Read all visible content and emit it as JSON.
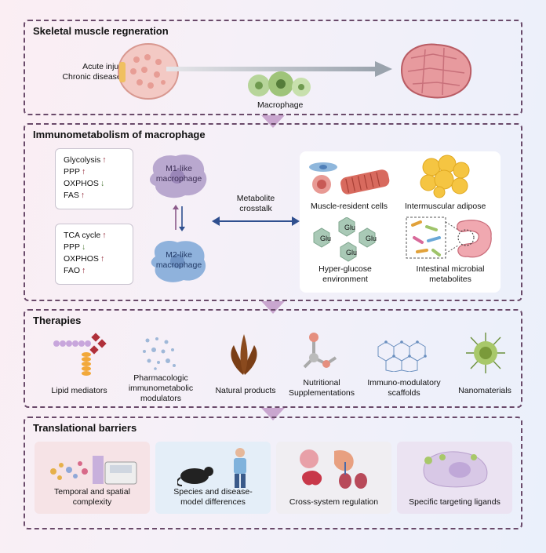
{
  "panel1": {
    "title": "Skeletal muscle regneration",
    "injury_line1": "Acute injury",
    "injury_line2": "Chronic diseases",
    "macrophage_label": "Macrophage"
  },
  "panel2": {
    "title": "Immunometabolism of macrophage",
    "m1_box": [
      "Glycolysis",
      "PPP",
      "OXPHOS",
      "FAS"
    ],
    "m1_dirs": [
      "up",
      "up",
      "down",
      "up"
    ],
    "m2_box": [
      "TCA cycle",
      "PPP",
      "OXPHOS",
      "FAO"
    ],
    "m2_dirs": [
      "up",
      "down",
      "up",
      "up"
    ],
    "m1_label": "M1-like\nmacrophage",
    "m2_label": "M2-like\nmacrophage",
    "crosstalk_label": "Metabolite\ncrosstalk",
    "muscle_cells": "Muscle-resident cells",
    "adipose": "Intermuscular adipose",
    "glucose": "Hyper-glucose\nenvironment",
    "glu": "Glu",
    "microbial": "Intestinal microbial\nmetabolites"
  },
  "panel3": {
    "title": "Therapies",
    "items": [
      "Lipid mediators",
      "Pharmacologic\nimmunometabolic\nmodulators",
      "Natural products",
      "Nutritional\nSupplementations",
      "Immuno-modulatory\nscaffolds",
      "Nanomaterials"
    ]
  },
  "panel4": {
    "title": "Translational barriers",
    "items": [
      "Temporal and spatial\ncomplexity",
      "Species and disease-\nmodel differences",
      "Cross-system regulation",
      "Specific targeting ligands"
    ]
  },
  "colors": {
    "border": "#6a4a6a",
    "chevron": "#c9a6cf",
    "arrow": "#2f4f8f",
    "up_arrow": "#8b1a2a",
    "down_arrow": "#4f7a3a"
  }
}
